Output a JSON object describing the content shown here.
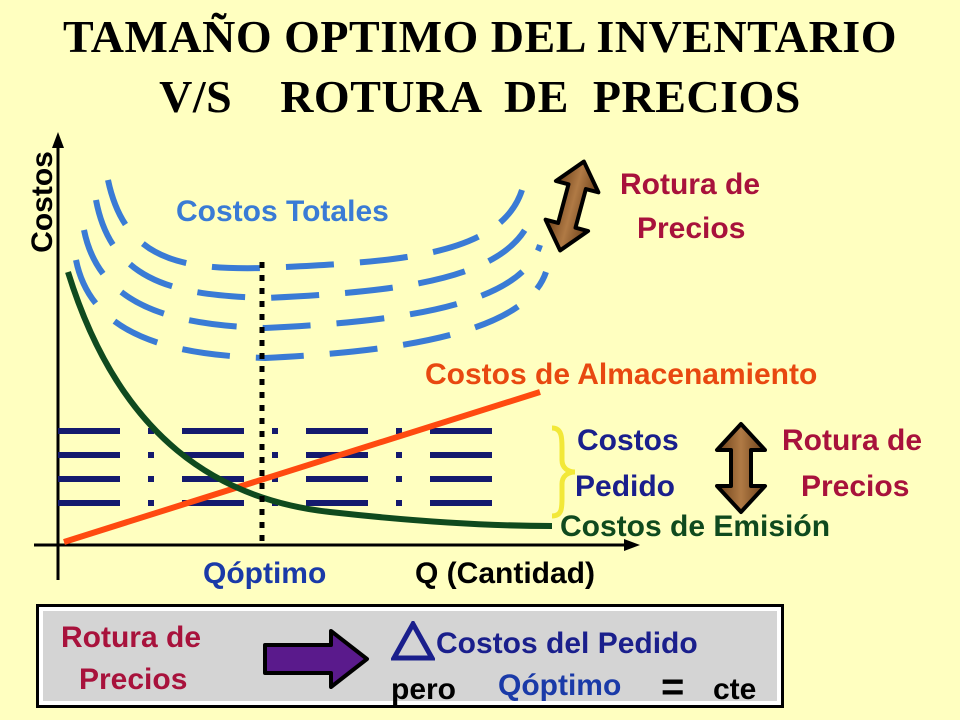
{
  "title": {
    "line1": "TAMAÑO OPTIMO DEL INVENTARIO",
    "line2": "V/S    ROTURA  DE  PRECIOS"
  },
  "axes": {
    "ylabel": "Costos",
    "xlabel": "Q (Cantidad)",
    "qopt_label": "Qóptimo"
  },
  "labels": {
    "costos_totales": "Costos Totales",
    "rotura_top_1": "Rotura de",
    "rotura_top_2": "Precios",
    "almacenamiento": "Costos de Almacenamiento",
    "costos_pedido_1": "Costos",
    "costos_pedido_2": "Pedido",
    "rotura_mid_1": "Rotura de",
    "rotura_mid_2": "Precios",
    "emision": "Costos de Emisión"
  },
  "bottom": {
    "rotura_1": "Rotura de",
    "rotura_2": "Precios",
    "delta_symbol": "Δ",
    "costos_del_pedido": "Costos del Pedido",
    "pero": "pero",
    "qoptimo": "Qóptimo",
    "equals": "=",
    "cte": "cte"
  },
  "colors": {
    "background": "#ffffc0",
    "total_cost_curves": "#3a7bd5",
    "storage_line": "#ff4a10",
    "emission_curve": "#0f4a1e",
    "order_cost_lines": "#141a6e",
    "brace": "#f2e838",
    "arrow_wood": "#8b5a2b",
    "bottom_arrow": "#5a1a8c"
  }
}
